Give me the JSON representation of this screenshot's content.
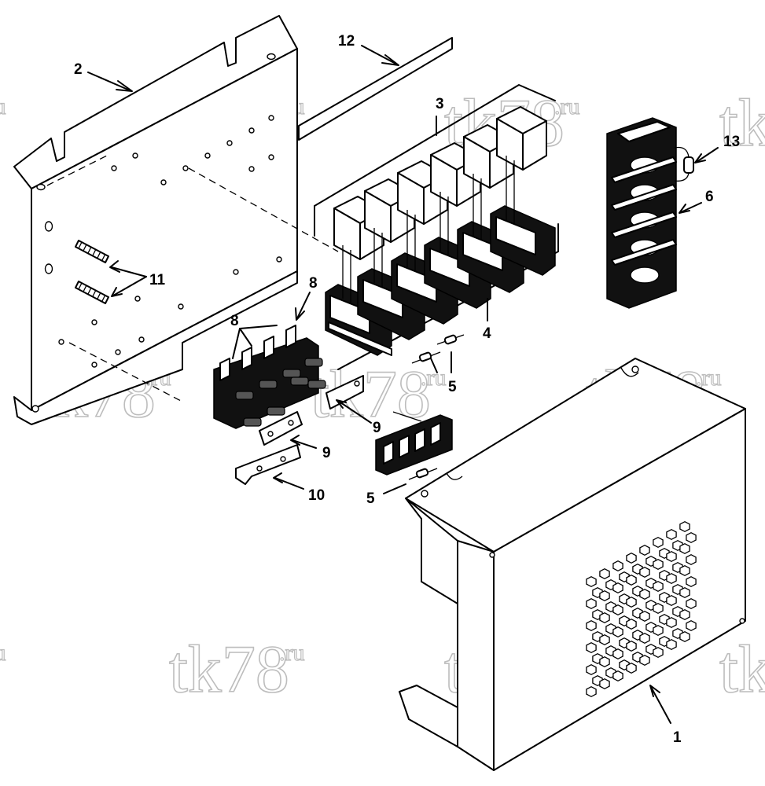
{
  "watermark": {
    "text": "tk78",
    "suffix": ".ru",
    "positions": [
      {
        "id": "wm-1"
      },
      {
        "id": "wm-2"
      },
      {
        "id": "wm-3"
      },
      {
        "id": "wm-4"
      },
      {
        "id": "wm-5"
      },
      {
        "id": "wm-6"
      },
      {
        "id": "wm-7"
      },
      {
        "id": "wm-8"
      },
      {
        "id": "wm-9"
      },
      {
        "id": "wm-10"
      },
      {
        "id": "wm-11"
      },
      {
        "id": "wm-12"
      }
    ]
  },
  "callouts": {
    "c1": "1",
    "c2": "2",
    "c3": "3",
    "c4": "4",
    "c5a": "5",
    "c5b": "5",
    "c6": "6",
    "c8a": "8",
    "c8b": "8",
    "c9a": "9",
    "c9b": "9",
    "c10": "10",
    "c11": "11",
    "c12": "12",
    "c13": "13"
  },
  "colors": {
    "line": "#000000",
    "watermark": "#bdbdbd",
    "background": "#ffffff"
  }
}
